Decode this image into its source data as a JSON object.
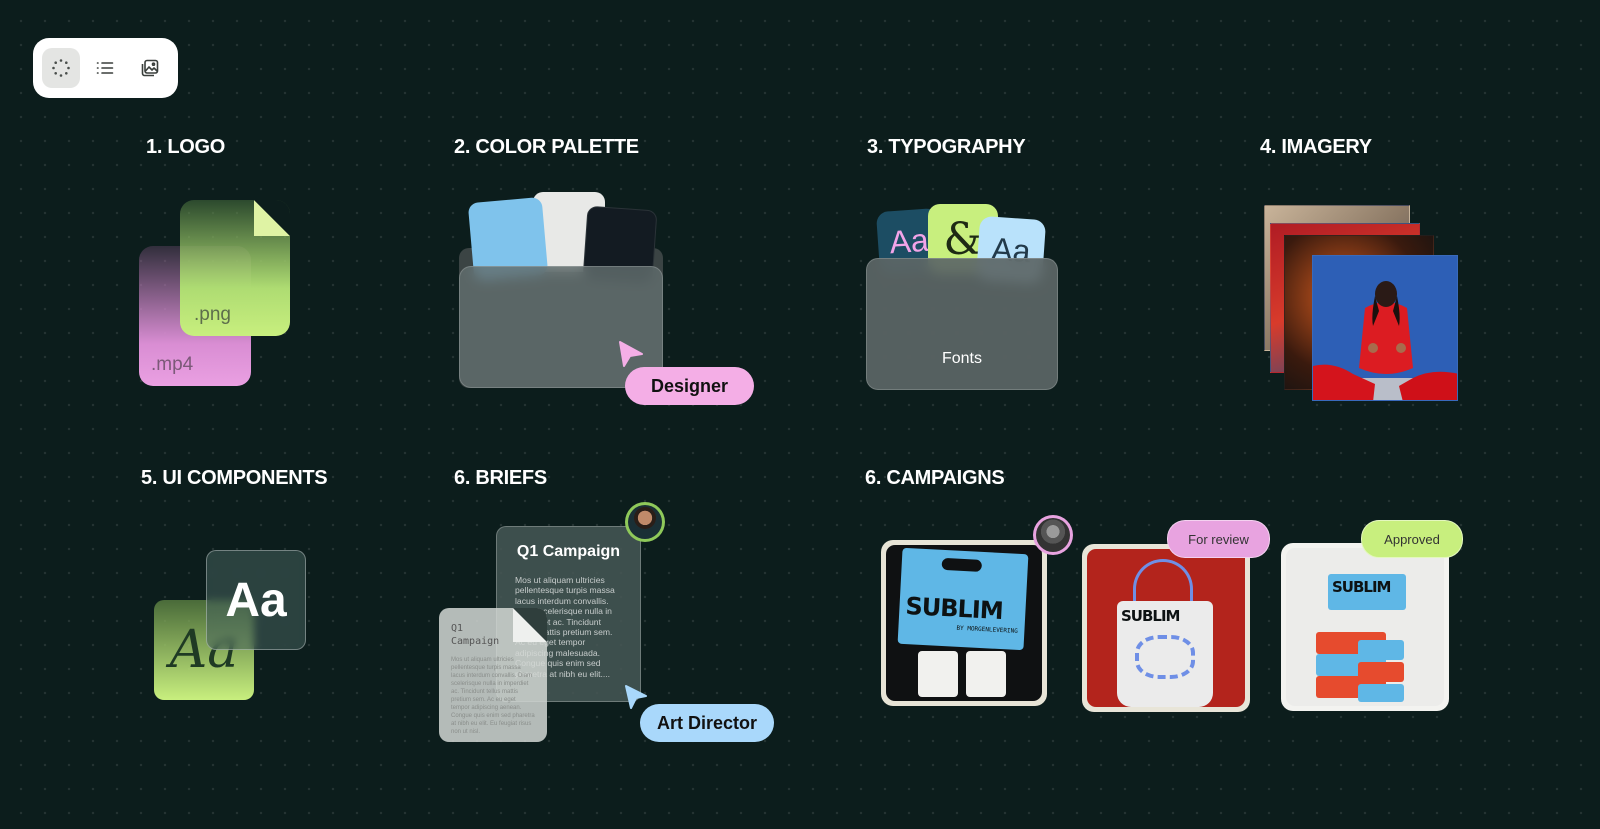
{
  "toolbar": {
    "items": [
      {
        "icon": "loading-dots-icon",
        "active": true
      },
      {
        "icon": "list-icon",
        "active": false
      },
      {
        "icon": "image-gallery-icon",
        "active": false
      }
    ]
  },
  "sections": {
    "logo": {
      "heading": "1. LOGO",
      "file_png": ".png",
      "file_mp4": ".mp4"
    },
    "palette": {
      "heading": "2. COLOR PALETTE",
      "swatches": [
        "#7fc3ec",
        "#e8e9e7",
        "#131b22"
      ],
      "collaborator": "Designer"
    },
    "typography": {
      "heading": "3. TYPOGRAPHY",
      "card1": "Aa",
      "card2": "&",
      "card3": "Aa",
      "folder_label": "Fonts"
    },
    "imagery": {
      "heading": "4. IMAGERY"
    },
    "ui": {
      "heading": "5. UI COMPONENTS",
      "back_glyph": "Aa",
      "front_glyph": "Aa"
    },
    "briefs": {
      "heading": "6. BRIEFS",
      "card_title": "Q1 Campaign",
      "card_body": "Mos ut aliquam ultricies pellentesque turpis massa lacus interdum convallis. lorem scelerisque nulla in imperdiet ac. Tincidunt tellus mattis pretium sem. Ac eu eget tempor adipiscing malesuada. Congue quis enim sed pharetra at nibh eu elit....",
      "doc_title": "Q1 Campaign",
      "doc_body": "Mos ut aliquam ultricies pellentesque turpis massa lacus interdum convallis. Diam scelerisque nulla in imperdiet ac. Tincidunt tellus mattis pretium sem. Ac eu eget tempor adipiscing aenean. Congue quis enim sed pharetra at nibh eu elit. Eu feugiat risus non ut nisl.",
      "collaborator": "Art Director"
    },
    "campaigns": {
      "heading": "6. CAMPAIGNS",
      "brand": "SUBLIM",
      "byline": "BY MORGENLEVERING",
      "status_review": "For review",
      "status_approved": "Approved"
    }
  },
  "colors": {
    "background": "#0c1d1c",
    "designer_pill": "#f4aee6",
    "art_director_pill": "#a9d8fb",
    "lime": "#c8ef7e",
    "pink": "#e8a3e0"
  }
}
